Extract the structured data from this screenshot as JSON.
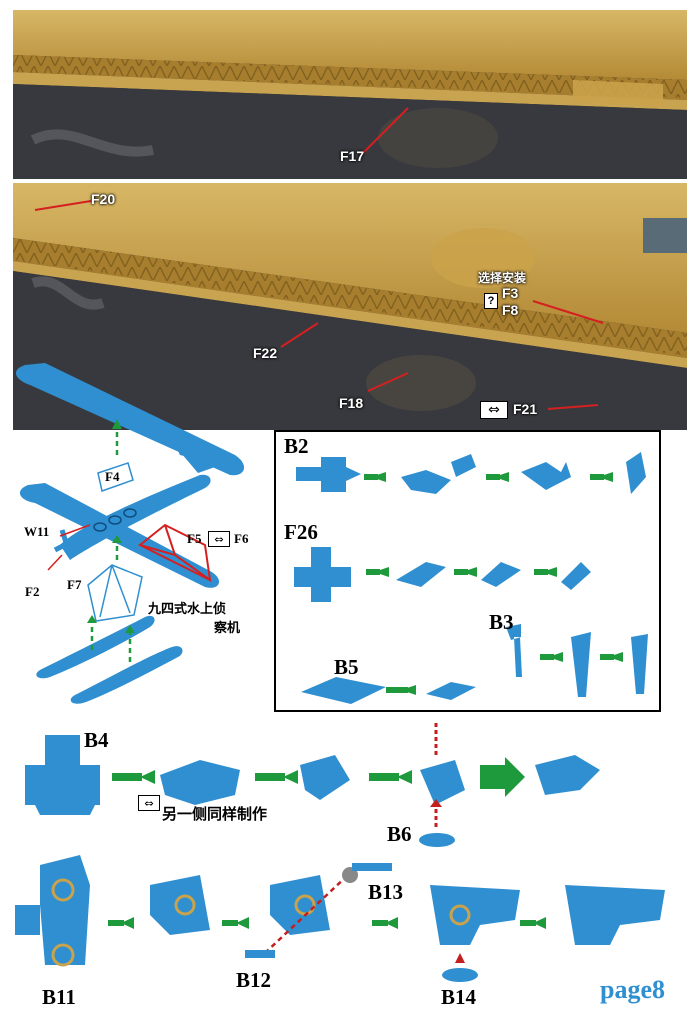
{
  "photo_top": {
    "callouts": {
      "f17": "F17"
    }
  },
  "photo_bottom": {
    "callouts": {
      "f20": "F20",
      "f22": "F22",
      "f18": "F18",
      "f21": "F21",
      "f3": "F3",
      "f8": "F8",
      "choose_install": "选择安装",
      "question_mark": "?",
      "double_arrow": "⇔"
    }
  },
  "seaplane": {
    "labels": {
      "f4": "F4",
      "w11": "W11",
      "f5": "F5",
      "f6": "F6",
      "f2": "F2",
      "f7": "F7",
      "name_line1": "九四式水上侦",
      "name_line2": "察机",
      "double_arrow": "⇔"
    }
  },
  "panel": {
    "labels": {
      "b2": "B2",
      "f26": "F26",
      "b3": "B3",
      "b5": "B5"
    }
  },
  "b4_row": {
    "labels": {
      "b4": "B4",
      "b6": "B6",
      "other_side": "另一侧同样制作",
      "double_arrow": "⇔"
    }
  },
  "b11_row": {
    "labels": {
      "b11": "B11",
      "b12": "B12",
      "b13": "B13",
      "b14": "B14"
    }
  },
  "page_label": "page8",
  "colors": {
    "part_blue": "#2f8fd0",
    "arrow_green": "#1e9a3c",
    "brass": "#c9a24c",
    "hull_dark": "#3a3b3f",
    "leader_red": "#d42020",
    "guide_dash_green": "#1e9a3c",
    "guide_dash_red": "#c41e1e"
  }
}
